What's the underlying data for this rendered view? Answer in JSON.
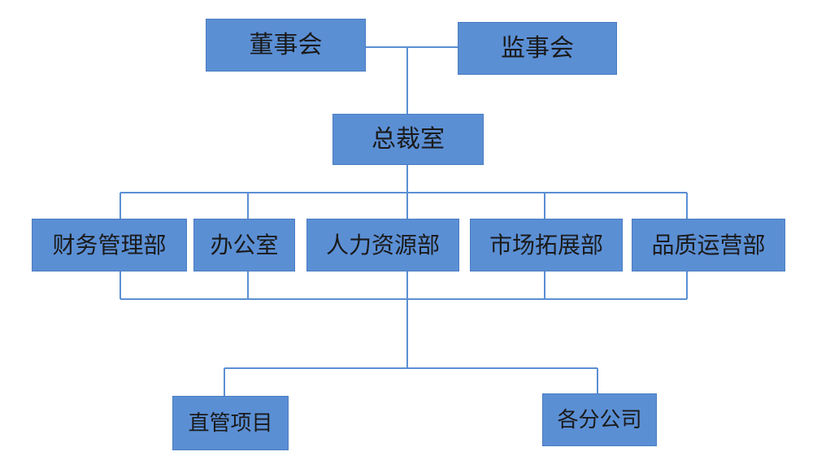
{
  "diagram": {
    "colors": {
      "box_fill": "#5b8fd4",
      "box_border": "#4a7cc2",
      "line": "#5b8fd4",
      "text": "#1a1a1a"
    },
    "nodes": {
      "board": "董事会",
      "supervisors": "监事会",
      "president_office": "总裁室",
      "finance": "财务管理部",
      "admin_office": "办公室",
      "hr": "人力资源部",
      "market": "市场拓展部",
      "quality": "品质运营部",
      "direct_projects": "直管项目",
      "branches": "各分公司"
    }
  }
}
